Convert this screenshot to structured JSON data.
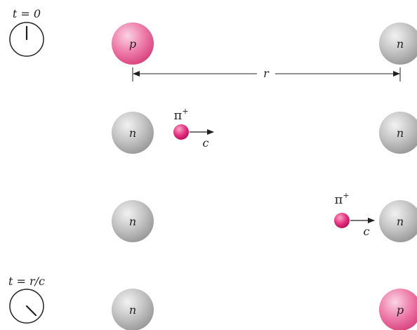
{
  "clocks": {
    "start_label": "t = 0",
    "end_label": "t = r/c"
  },
  "particles": {
    "proton": "p",
    "neutron": "n",
    "pion": "π",
    "pion_charge": "+"
  },
  "labels": {
    "separation": "r",
    "speed": "c"
  },
  "colors": {
    "proton_fill": "#ec6fa3",
    "neutron_fill": "#bdbdbd",
    "pion_fill": "#e0257a",
    "ink": "#231f20"
  }
}
